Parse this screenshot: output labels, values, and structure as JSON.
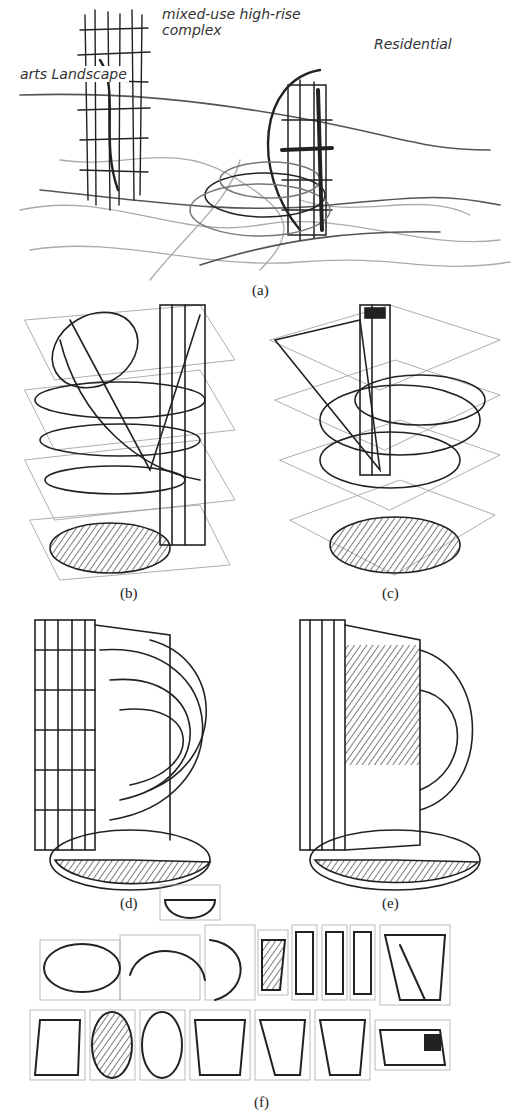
{
  "diagram": {
    "labels": [
      "mixed-use high-rise complex",
      "Residential",
      "arts Landscape",
      "(a)",
      "(b)",
      "(c)",
      "(d)",
      "(e)",
      "(f)"
    ]
  }
}
